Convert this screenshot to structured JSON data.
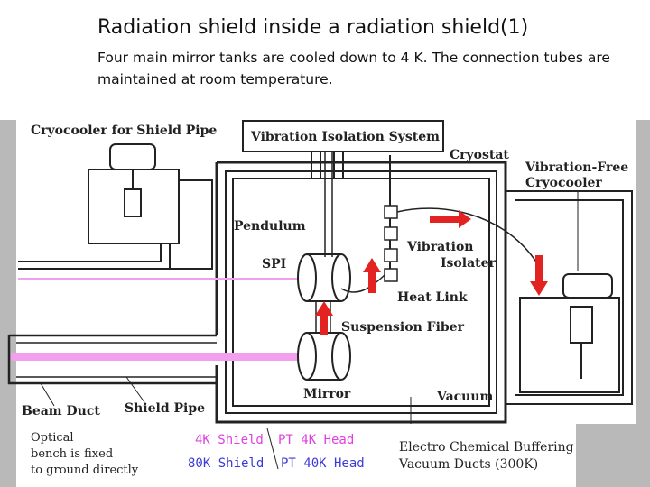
{
  "slide": {
    "title": "Radiation shield inside a radiation shield(1)",
    "subtitle": "Four main mirror tanks are cooled down to 4 K. The connection tubes are maintained at room temperature."
  },
  "labels": {
    "cryocooler_shield_pipe": "Cryocooler for Shield Pipe",
    "vibration_isolation_system": "Vibration Isolation System",
    "cryostat": "Cryostat",
    "vibration_free_cryocooler_1": "Vibration-Free",
    "vibration_free_cryocooler_2": "Cryocooler",
    "pendulum": "Pendulum",
    "spi": "SPI",
    "vibration_isolater_1": "Vibration",
    "vibration_isolater_2": "Isolater",
    "heat_link": "Heat Link",
    "suspension_fiber": "Suspension Fiber",
    "mirror": "Mirror",
    "vacuum": "Vacuum",
    "beam_duct": "Beam Duct",
    "shield_pipe": "Shield Pipe",
    "optical_bench_1": "Optical",
    "optical_bench_2": "bench is fixed",
    "optical_bench_3": "to ground directly",
    "legend_4k_shield": "4K Shield",
    "legend_80k_shield": "80K Shield",
    "legend_pt_4k_head": "PT 4K Head",
    "legend_pt_40k_head": "PT 40K Head",
    "electro_chemical_1": "Electro Chemical Buffering",
    "electro_chemical_2": "Vacuum Ducts (300K)"
  },
  "colors": {
    "arrow_red": "#e32222",
    "beam_pink": "#f2a0ee",
    "legend_magenta": "#e040e0",
    "legend_blue": "#3b3bd8",
    "line": "#222222"
  }
}
